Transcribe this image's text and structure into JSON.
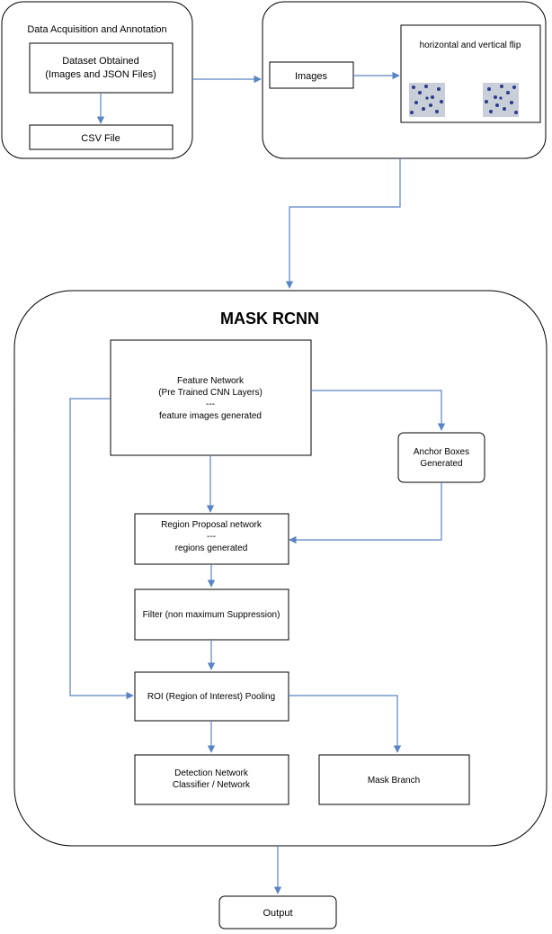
{
  "panel_acquisition": {
    "title": "Data Acquisition and Annotation",
    "dataset_line1": "Dataset Obtained",
    "dataset_line2": "(Images and JSON Files)",
    "csv": "CSV File"
  },
  "panel_augmentation": {
    "images": "Images",
    "flip_title": "horizontal and vertical flip"
  },
  "mask_rcnn": {
    "title": "MASK RCNN",
    "feature_line1": "Feature Network",
    "feature_line2": "(Pre Trained CNN Layers)",
    "feature_line3": "---",
    "feature_line4": "feature images generated",
    "anchor_line1": "Anchor Boxes",
    "anchor_line2": "Generated",
    "rpn_line1": "Region Proposal network",
    "rpn_line2": "---",
    "rpn_line3": "regions generated",
    "filter": "Filter (non maximum Suppression)",
    "roi": "ROI (Region of Interest) Pooling",
    "detection_line1": "Detection Network",
    "detection_line2": "Classifier / Network",
    "mask_branch": "Mask Branch"
  },
  "output": "Output",
  "colors": {
    "connector": "#5b84c4",
    "border": "#000000",
    "thumbnail_bg": "#c9cfd8",
    "cell": "#2b3a8c"
  }
}
